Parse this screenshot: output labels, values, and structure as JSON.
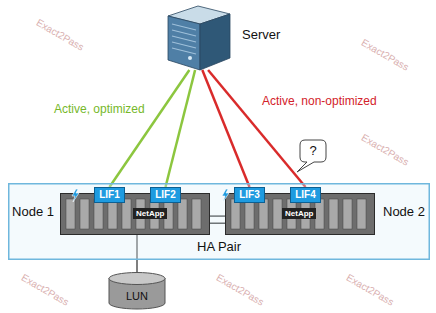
{
  "diagram": {
    "nodes": [
      {
        "text": [
          "Server"
        ]
      },
      {
        "text": [
          "?"
        ]
      },
      {
        "text": [
          "HA Pair"
        ]
      },
      {
        "text": [
          "Node 1"
        ],
        "in": 2
      },
      {
        "text": [
          "LIF1"
        ],
        "in": 3
      },
      {
        "text": [
          "LIF2"
        ],
        "in": 3
      },
      {
        "text": [
          "Node 2"
        ],
        "in": 2
      },
      {
        "text": [
          "LIF3"
        ],
        "in": 6
      },
      {
        "text": [
          "LIF4"
        ],
        "in": 6
      },
      {
        "text": [
          "LUN"
        ]
      }
    ],
    "edges": [
      {
        "from": 0,
        "to": 4,
        "arrow": "none"
      },
      {
        "from": 0,
        "to": 5,
        "arrow": "none"
      },
      {
        "from": 0,
        "to": 7,
        "arrow": "none"
      },
      {
        "from": 0,
        "to": 8,
        "arrow": "none"
      },
      {
        "from": 3,
        "to": 6,
        "arrow": "none"
      },
      {
        "from": 3,
        "to": 6,
        "arrow": "none"
      },
      {
        "from": 3,
        "to": 9,
        "arrow": "none"
      }
    ],
    "labels": [
      "Active, optimized",
      "Active, non-optimized",
      "NetApp",
      "NetApp",
      "Exact2Pass",
      "Exact2Pass",
      "Exact2Pass",
      "Exact2Pass",
      "Exact2Pass",
      "Exact2Pass"
    ]
  }
}
